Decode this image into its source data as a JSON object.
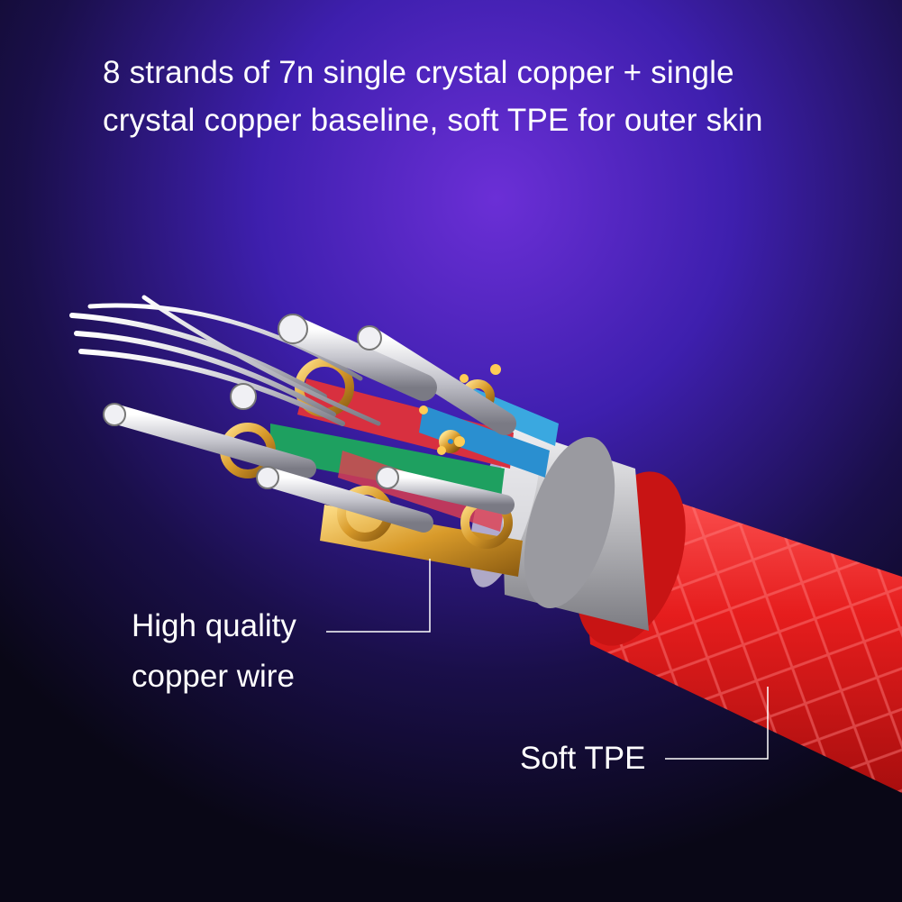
{
  "headline": {
    "line1": "8 strands of 7n single crystal copper + single",
    "line2": "crystal copper baseline, soft TPE for outer skin"
  },
  "callouts": {
    "copper_line1": "High quality",
    "copper_line2": "copper wire",
    "tpe": "Soft TPE"
  },
  "colors": {
    "background_top": "#3a1fb0",
    "background_mid": "#5a2ad0",
    "background_bottom": "#0a0818",
    "jacket_red": "#e01818",
    "sleeve_silver": "#c8c8cc",
    "copper_gold": "#d8a030",
    "wire_red": "#d83040",
    "wire_green": "#20a060",
    "wire_blue": "#2a90d0",
    "shield_silver": "#d0d0d8",
    "text": "#ffffff"
  },
  "icons": [
    "cable-illustration"
  ]
}
